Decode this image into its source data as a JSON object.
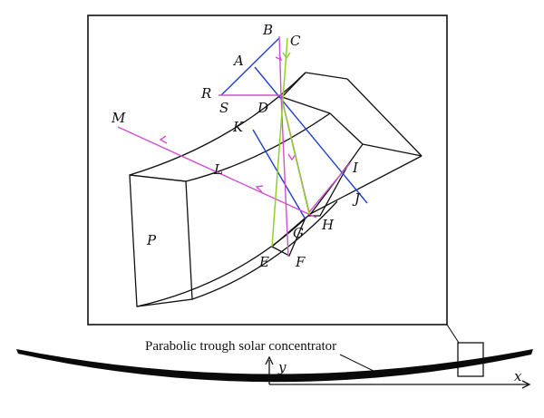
{
  "caption": "Parabolic trough solar concentrator",
  "axes": {
    "x": "x",
    "y": "y"
  },
  "points": {
    "A": "A",
    "B": "B",
    "C": "C",
    "D": "D",
    "E": "E",
    "F": "F",
    "G": "G",
    "H": "H",
    "I": "I",
    "J": "J",
    "K": "K",
    "L": "L",
    "M": "M",
    "P": "P",
    "R": "R",
    "S": "S"
  },
  "colors": {
    "frame": "#111111",
    "blue_ray": "#1f3fd0",
    "magenta_ray": "#d050d0",
    "green_ray": "#8fd02a",
    "trough": "#0a0a0a"
  }
}
